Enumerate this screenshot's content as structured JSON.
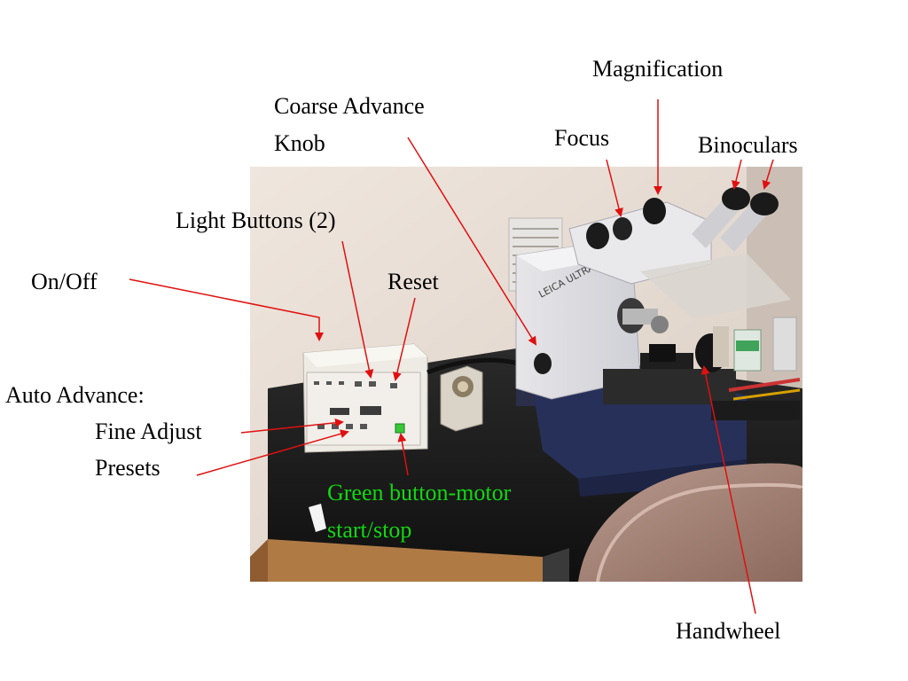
{
  "labels": {
    "magnification": "Magnification",
    "coarse_advance_line1": "Coarse Advance",
    "coarse_advance_line2": "Knob",
    "focus": "Focus",
    "binoculars": "Binoculars",
    "light_buttons": "Light Buttons (2)",
    "on_off": "On/Off",
    "reset": "Reset",
    "auto_advance": "Auto Advance:",
    "fine_adjust": "Fine Adjust",
    "presets": "Presets",
    "green_button_line1": "Green button-motor",
    "green_button_line2": "start/stop",
    "handwheel": "Handwheel"
  },
  "colors": {
    "arrow": "#e01010",
    "green_label": "#12d812"
  }
}
